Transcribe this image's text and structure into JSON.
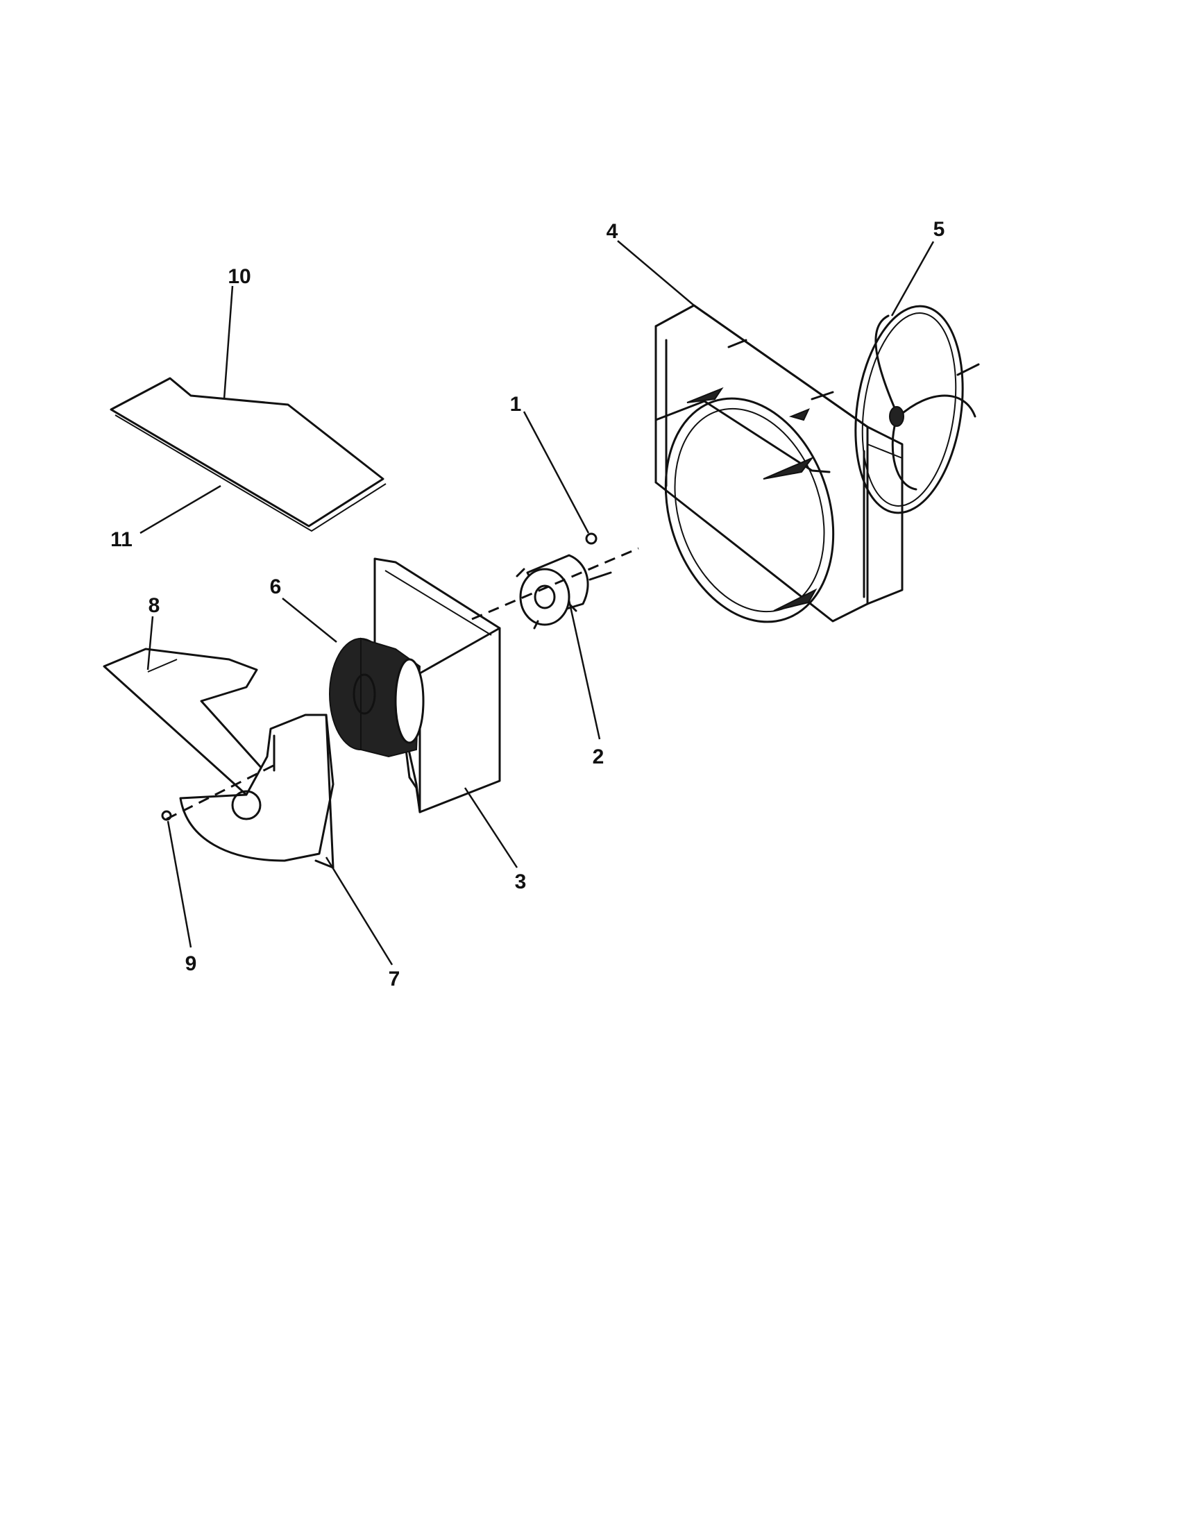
{
  "callouts": [
    {
      "id": "1",
      "text": "1"
    },
    {
      "id": "2",
      "text": "2"
    },
    {
      "id": "3",
      "text": "3"
    },
    {
      "id": "4",
      "text": "4"
    },
    {
      "id": "5",
      "text": "5"
    },
    {
      "id": "6",
      "text": "6"
    },
    {
      "id": "7",
      "text": "7"
    },
    {
      "id": "8",
      "text": "8"
    },
    {
      "id": "9",
      "text": "9"
    },
    {
      "id": "10",
      "text": "10"
    },
    {
      "id": "11",
      "text": "11"
    }
  ]
}
